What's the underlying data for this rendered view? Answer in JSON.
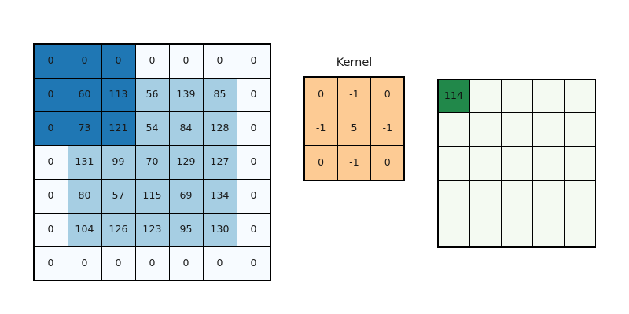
{
  "figure": {
    "background": "#ffffff"
  },
  "colors": {
    "pad": "#f7fbff",
    "data": "#a6cee3",
    "highlight": "#1f77b4",
    "kernel": "#fdcb94",
    "output_empty": "#f4faf2",
    "output_filled": "#21884a",
    "text": "#1a1a1a",
    "text_on_filled": "#111111",
    "border": "#000000"
  },
  "input_matrix": {
    "name": "padded-input",
    "rows": 7,
    "cols": 7,
    "values": [
      [
        0,
        0,
        0,
        0,
        0,
        0,
        0
      ],
      [
        0,
        60,
        113,
        56,
        139,
        85,
        0
      ],
      [
        0,
        73,
        121,
        54,
        84,
        128,
        0
      ],
      [
        0,
        131,
        99,
        70,
        129,
        127,
        0
      ],
      [
        0,
        80,
        57,
        115,
        69,
        134,
        0
      ],
      [
        0,
        104,
        126,
        123,
        95,
        130,
        0
      ],
      [
        0,
        0,
        0,
        0,
        0,
        0,
        0
      ]
    ],
    "styles": [
      [
        "highlight",
        "highlight",
        "highlight",
        "pad",
        "pad",
        "pad",
        "pad"
      ],
      [
        "highlight",
        "highlight",
        "highlight",
        "data",
        "data",
        "data",
        "pad"
      ],
      [
        "highlight",
        "highlight",
        "highlight",
        "data",
        "data",
        "data",
        "pad"
      ],
      [
        "pad",
        "data",
        "data",
        "data",
        "data",
        "data",
        "pad"
      ],
      [
        "pad",
        "data",
        "data",
        "data",
        "data",
        "data",
        "pad"
      ],
      [
        "pad",
        "data",
        "data",
        "data",
        "data",
        "data",
        "pad"
      ],
      [
        "pad",
        "pad",
        "pad",
        "pad",
        "pad",
        "pad",
        "pad"
      ]
    ]
  },
  "kernel": {
    "title": "Kernel",
    "rows": 3,
    "cols": 3,
    "values": [
      [
        0,
        -1,
        0
      ],
      [
        -1,
        5,
        -1
      ],
      [
        0,
        -1,
        0
      ]
    ]
  },
  "output_matrix": {
    "name": "convolution-output",
    "rows": 5,
    "cols": 5,
    "values": [
      [
        114,
        "",
        "",
        "",
        ""
      ],
      [
        "",
        "",
        "",
        "",
        ""
      ],
      [
        "",
        "",
        "",
        "",
        ""
      ],
      [
        "",
        "",
        "",
        "",
        ""
      ],
      [
        "",
        "",
        "",
        "",
        ""
      ]
    ],
    "filled": [
      [
        true,
        false,
        false,
        false,
        false
      ],
      [
        false,
        false,
        false,
        false,
        false
      ],
      [
        false,
        false,
        false,
        false,
        false
      ],
      [
        false,
        false,
        false,
        false,
        false
      ],
      [
        false,
        false,
        false,
        false,
        false
      ]
    ]
  },
  "chart_data": {
    "type": "heatmap",
    "title": "",
    "description": "2D convolution illustration: zero-padded 7x7 input, 3x3 sharpening kernel, 5x5 output with first cell computed",
    "panels": [
      {
        "name": "input",
        "type": "heatmap",
        "rows": 7,
        "cols": 7,
        "values": [
          [
            0,
            0,
            0,
            0,
            0,
            0,
            0
          ],
          [
            0,
            60,
            113,
            56,
            139,
            85,
            0
          ],
          [
            0,
            73,
            121,
            54,
            84,
            128,
            0
          ],
          [
            0,
            131,
            99,
            70,
            129,
            127,
            0
          ],
          [
            0,
            80,
            57,
            115,
            69,
            134,
            0
          ],
          [
            0,
            104,
            126,
            123,
            95,
            130,
            0
          ],
          [
            0,
            0,
            0,
            0,
            0,
            0,
            0
          ]
        ],
        "highlight_window": {
          "row_start": 0,
          "row_end": 2,
          "col_start": 0,
          "col_end": 2
        }
      },
      {
        "name": "kernel",
        "type": "heatmap",
        "title": "Kernel",
        "rows": 3,
        "cols": 3,
        "values": [
          [
            0,
            -1,
            0
          ],
          [
            -1,
            5,
            -1
          ],
          [
            0,
            -1,
            0
          ]
        ]
      },
      {
        "name": "output",
        "type": "heatmap",
        "rows": 5,
        "cols": 5,
        "values": [
          [
            114,
            null,
            null,
            null,
            null
          ],
          [
            null,
            null,
            null,
            null,
            null
          ],
          [
            null,
            null,
            null,
            null,
            null
          ],
          [
            null,
            null,
            null,
            null,
            null
          ],
          [
            null,
            null,
            null,
            null,
            null
          ]
        ]
      }
    ]
  }
}
